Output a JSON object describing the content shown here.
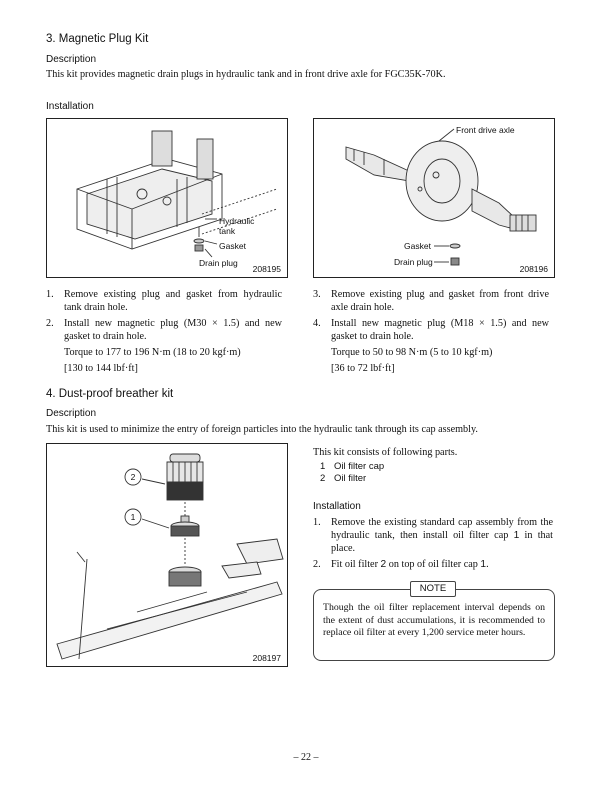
{
  "section3": {
    "heading": "3.   Magnetic Plug Kit",
    "description_label": "Description",
    "description": "This kit provides magnetic drain plugs in hydraulic tank and in front drive axle for FGC35K-70K.",
    "installation_label": "Installation",
    "figure_left": {
      "number": "208195",
      "callout_tank_1": "Hydraulic",
      "callout_tank_2": "tank",
      "callout_gasket": "Gasket",
      "callout_plug": "Drain plug"
    },
    "figure_right": {
      "number": "208196",
      "callout_axle": "Front drive axle",
      "callout_gasket": "Gasket",
      "callout_plug": "Drain plug"
    },
    "steps_left": [
      {
        "num": "1.",
        "text": "Remove existing plug and gasket from hydraulic tank drain hole."
      },
      {
        "num": "2.",
        "text": "Install new magnetic plug (M30 × 1.5) and new gasket to drain hole."
      }
    ],
    "torque_left_1": "Torque to 177 to 196 N·m (18 to 20 kgf·m)",
    "torque_left_2": "[130 to 144 lbf·ft]",
    "steps_right": [
      {
        "num": "3.",
        "text": "Remove existing plug and gasket from front drive axle drain hole."
      },
      {
        "num": "4.",
        "text": "Install new magnetic plug (M18 × 1.5) and new gasket to drain hole."
      }
    ],
    "torque_right_1": "Torque to 50 to 98 N·m (5 to 10 kgf·m)",
    "torque_right_2": "[36 to 72 lbf·ft]"
  },
  "section4": {
    "heading": "4.   Dust-proof breather kit",
    "description_label": "Description",
    "description": "This kit is used to minimize the entry of foreign particles into the hydraulic tank through its cap assembly.",
    "figure": {
      "number": "208197",
      "callout_1": "1",
      "callout_2": "2"
    },
    "parts_intro": "This kit consists of following parts.",
    "parts": [
      {
        "num": "1",
        "name": "Oil filter cap"
      },
      {
        "num": "2",
        "name": "Oil filter"
      }
    ],
    "installation_label": "Installation",
    "step1_num": "1.",
    "step1_text": "Remove the existing standard cap assembly from the hydraulic tank, then install oil filter cap ",
    "step1_ref": "1",
    "step1_tail": " in that place.",
    "step2_num": "2.",
    "step2_a": "Fit oil filter ",
    "step2_ref1": "2",
    "step2_b": " on top of oil filter cap ",
    "step2_ref2": "1",
    "step2_c": ".",
    "note_label": "NOTE",
    "note_text": "Though the oil filter replacement interval depends on the extent of dust accumulations, it is recommended to replace oil filter at every 1,200 service meter hours."
  },
  "footer": {
    "page_number": "– 22 –"
  }
}
